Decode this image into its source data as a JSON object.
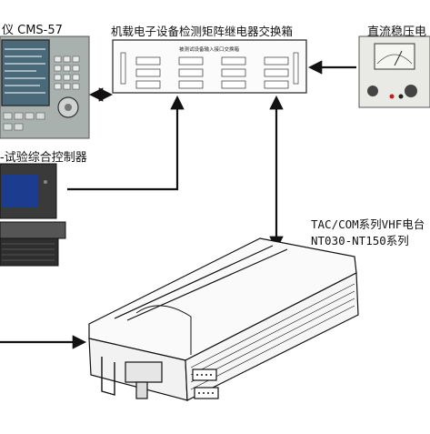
{
  "labels": {
    "cms_instrument": "仪 CMS-57",
    "switch_box": "机载电子设备检测矩阵继电器交换箱",
    "dc_power": "直流稳压电",
    "test_controller": "-试验综合控制器",
    "radio_title": "TAC/COM系列VHF电台",
    "radio_models": "NT030-NT150系列",
    "panel_title": "被测试设备输入接口交换箱"
  },
  "colors": {
    "instrument_body": "#a9b1ae",
    "screen_bg": "#4a6a7a",
    "screen_lines": "#d8e4ea",
    "pc_screen": "#1c3d8f",
    "pc_body": "#3a3a3a",
    "arrow": "#111111"
  },
  "icons": [
    "bidirectional-arrow-icon",
    "arrow-right-icon",
    "arrow-left-icon",
    "connector-icon"
  ]
}
